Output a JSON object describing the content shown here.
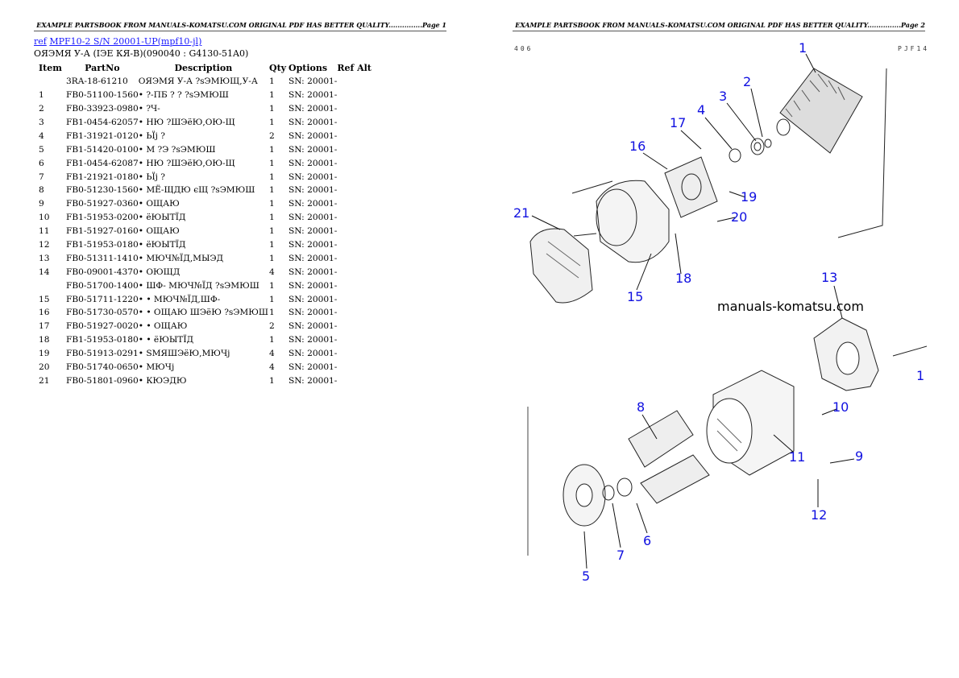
{
  "page1": {
    "header": "EXAMPLE PARTSBOOK FROM MANUALS-KOMATSU.COM ORIGINAL PDF HAS BETTER QUALITY...............Page 1",
    "ref_link": "ref",
    "model_link": "MPF10-2 S/N 20001-UP(mpf10-jl)",
    "subtitle": "ОЯЭМЯ У-А (IЭЕ КЯ-В)(090040 : G4130-51A0)",
    "columns": [
      "Item",
      "PartNo",
      "Description",
      "Qty",
      "Options",
      "Ref Alt"
    ],
    "rows": [
      {
        "item": "",
        "part": "3RA-18-61210",
        "desc": "ОЯЭМЯ У-А ?sЭМЮЩ,У-А",
        "qty": "1",
        "opt": "SN: 20001-"
      },
      {
        "item": "1",
        "part": "FB0-51100-1560",
        "desc": "• ?-ПБ ? ? ?sЭМЮШ",
        "qty": "1",
        "opt": "SN: 20001-"
      },
      {
        "item": "2",
        "part": "FB0-33923-0980",
        "desc": "• ?Ч-",
        "qty": "1",
        "opt": "SN: 20001-"
      },
      {
        "item": "3",
        "part": "FB1-0454-62057",
        "desc": "• НЮ ?ШЭёЮ,ОЮ-Щ",
        "qty": "1",
        "opt": "SN: 20001-"
      },
      {
        "item": "4",
        "part": "FB1-31921-0120",
        "desc": "• ЬЇј ?",
        "qty": "2",
        "opt": "SN: 20001-"
      },
      {
        "item": "5",
        "part": "FB1-51420-0100",
        "desc": "• М ?Э ?sЭМЮШ",
        "qty": "1",
        "opt": "SN: 20001-"
      },
      {
        "item": "6",
        "part": "FB1-0454-62087",
        "desc": "• НЮ ?ШЭёЮ,ОЮ-Щ",
        "qty": "1",
        "opt": "SN: 20001-"
      },
      {
        "item": "7",
        "part": "FB1-21921-0180",
        "desc": "• ЬЇј ?",
        "qty": "1",
        "opt": "SN: 20001-"
      },
      {
        "item": "8",
        "part": "FB0-51230-1560",
        "desc": "• МЁ-ЩДЮ єЩ ?sЭМЮШ",
        "qty": "1",
        "opt": "SN: 20001-"
      },
      {
        "item": "9",
        "part": "FB0-51927-0360",
        "desc": "• ОЩАЮ",
        "qty": "1",
        "opt": "SN: 20001-"
      },
      {
        "item": "10",
        "part": "FB1-51953-0200",
        "desc": "• ёЮЫТЇД",
        "qty": "1",
        "opt": "SN: 20001-"
      },
      {
        "item": "11",
        "part": "FB1-51927-0160",
        "desc": "• ОЩАЮ",
        "qty": "1",
        "opt": "SN: 20001-"
      },
      {
        "item": "12",
        "part": "FB1-51953-0180",
        "desc": "• ёЮЫТЇД",
        "qty": "1",
        "opt": "SN: 20001-"
      },
      {
        "item": "13",
        "part": "FB0-51311-1410",
        "desc": "• МЮЧ№ЇД,МЫЭД",
        "qty": "1",
        "opt": "SN: 20001-"
      },
      {
        "item": "14",
        "part": "FB0-09001-4370",
        "desc": "• ОЮЩД",
        "qty": "4",
        "opt": "SN: 20001-"
      },
      {
        "item": "",
        "part": "FB0-51700-1400",
        "desc": "• ШФ- МЮЧ№ЇД ?sЭМЮШ",
        "qty": "1",
        "opt": "SN: 20001-"
      },
      {
        "item": "15",
        "part": "FB0-51711-1220",
        "desc": "• • МЮЧ№ЇД,ШФ-",
        "qty": "1",
        "opt": "SN: 20001-"
      },
      {
        "item": "16",
        "part": "FB0-51730-0570",
        "desc": "• • ОЩАЮ ШЭёЮ ?sЭМЮШ",
        "qty": "1",
        "opt": "SN: 20001-"
      },
      {
        "item": "17",
        "part": "FB0-51927-0020",
        "desc": "• • ОЩАЮ",
        "qty": "2",
        "opt": "SN: 20001-"
      },
      {
        "item": "18",
        "part": "FB1-51953-0180",
        "desc": "• • ёЮЫТЇД",
        "qty": "1",
        "opt": "SN: 20001-"
      },
      {
        "item": "19",
        "part": "FB0-51913-0291",
        "desc": "• SМЯШЭёЮ,МЮЧј",
        "qty": "4",
        "opt": "SN: 20001-"
      },
      {
        "item": "20",
        "part": "FB0-51740-0650",
        "desc": "• МЮЧј",
        "qty": "4",
        "opt": "SN: 20001-"
      },
      {
        "item": "21",
        "part": "FB0-51801-0960",
        "desc": "• КЮЭДЮ",
        "qty": "1",
        "opt": "SN: 20001-"
      }
    ]
  },
  "page2": {
    "header": "EXAMPLE PARTSBOOK FROM MANUALS-KOMATSU.COM ORIGINAL PDF HAS BETTER QUALITY...............Page 2",
    "corner_left": "406",
    "corner_right": "PJF14",
    "watermark": "manuals-komatsu.com",
    "callouts": [
      "1",
      "2",
      "3",
      "4",
      "17",
      "16",
      "19",
      "20",
      "21",
      "18",
      "15",
      "13",
      "1",
      "10",
      "8",
      "11",
      "9",
      "12",
      "7",
      "6",
      "5"
    ],
    "callout_color": "#1010e0"
  }
}
